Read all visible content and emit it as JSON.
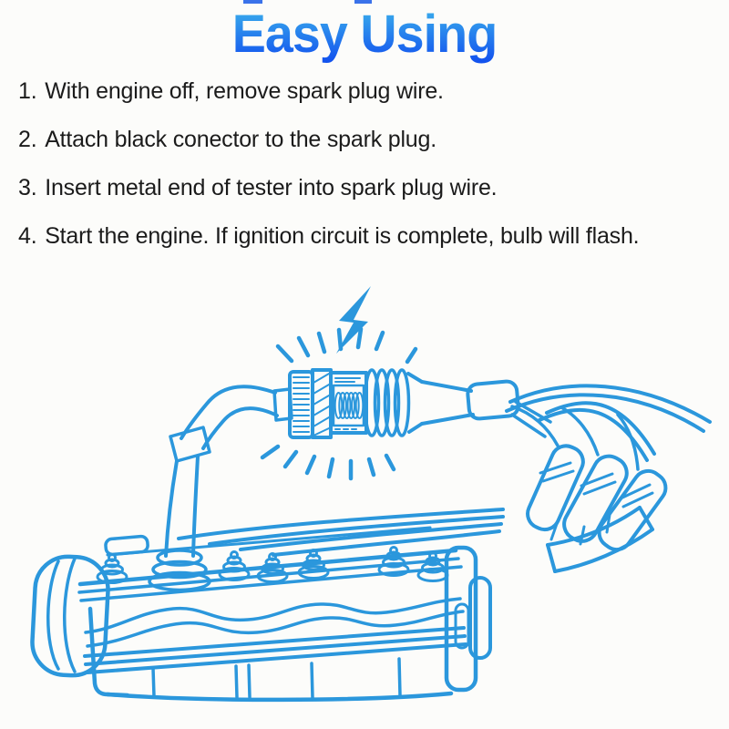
{
  "title": {
    "text": "Easy Using"
  },
  "steps": [
    {
      "number": "1.",
      "text": "With engine off, remove spark plug wire."
    },
    {
      "number": "2.",
      "text": "Attach black conector to the spark plug."
    },
    {
      "number": "3.",
      "text": "Insert metal end of tester into spark plug wire."
    },
    {
      "number": "4.",
      "text": "Start the engine. If ignition circuit is complete, bulb will flash."
    }
  ],
  "illustration": {
    "alt": "Blue line drawing of an in-line spark plug tester connected between a spark plug wire and the engine; a lightning bolt and flash rays show the bulb flashing, with spark plug wires and boots running to the engine block",
    "icons": {
      "lightning_bolt": "lightning-bolt",
      "flash_rays": "radiating-flash-lines"
    }
  },
  "colors": {
    "background": "#fcfcfa",
    "step_text": "#1b1b1b",
    "illustration_line": "#2b97dc",
    "title_gradient_top": "#38a9ec",
    "title_gradient_bottom": "#1353ee"
  }
}
